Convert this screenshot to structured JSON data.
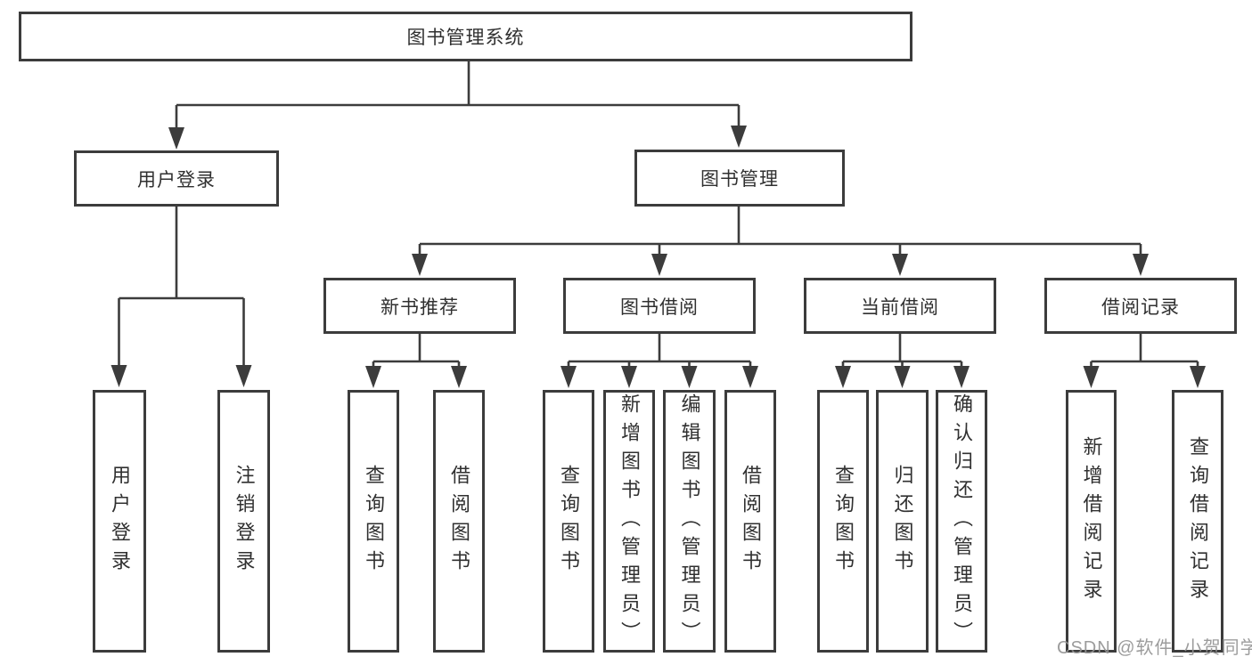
{
  "diagram": {
    "title": "图书管理系统",
    "watermark": "CSDN @软件_小贺同学",
    "colors": {
      "line": "#3c3c3c",
      "box_border": "#3c3c3c",
      "text": "#303030",
      "watermark": "#949494",
      "background": "#ffffff"
    },
    "hierarchy": {
      "图书管理系统": {
        "用户登录": [
          "用户登录",
          "注销登录"
        ],
        "图书管理": {
          "新书推荐": [
            "查询图书",
            "借阅图书"
          ],
          "图书借阅": [
            "查询图书",
            "新增图书（管理员）",
            "编辑图书（管理员）",
            "借阅图书"
          ],
          "当前借阅": [
            "查询图书",
            "归还图书",
            "确认归还（管理员）"
          ],
          "借阅记录": [
            "新增借阅记录",
            "查询借阅记录"
          ]
        }
      }
    }
  },
  "nodes": {
    "root": {
      "label": "图书管理系统"
    },
    "user_login": {
      "label": "用户登录"
    },
    "book_management": {
      "label": "图书管理"
    },
    "new_book_recommend": {
      "label": "新书推荐"
    },
    "book_borrowing": {
      "label": "图书借阅"
    },
    "current_borrowing": {
      "label": "当前借阅"
    },
    "borrowing_records": {
      "label": "借阅记录"
    },
    "leaf_user_login": {
      "label": "用户登录"
    },
    "leaf_logout": {
      "label": "注销登录"
    },
    "leaf_rec_query_books": {
      "label": "查询图书"
    },
    "leaf_rec_borrow_books": {
      "label": "借阅图书"
    },
    "leaf_bb_query_books": {
      "label": "查询图书"
    },
    "leaf_bb_add_books": {
      "label": "新增图书（管理员）"
    },
    "leaf_bb_edit_books": {
      "label": "编辑图书（管理员）"
    },
    "leaf_bb_borrow_books": {
      "label": "借阅图书"
    },
    "leaf_cb_query_books": {
      "label": "查询图书"
    },
    "leaf_cb_return_books": {
      "label": "归还图书"
    },
    "leaf_cb_confirm_return": {
      "label": "确认归还（管理员）"
    },
    "leaf_br_add_record": {
      "label": "新增借阅记录"
    },
    "leaf_br_query_record": {
      "label": "查询借阅记录"
    }
  }
}
